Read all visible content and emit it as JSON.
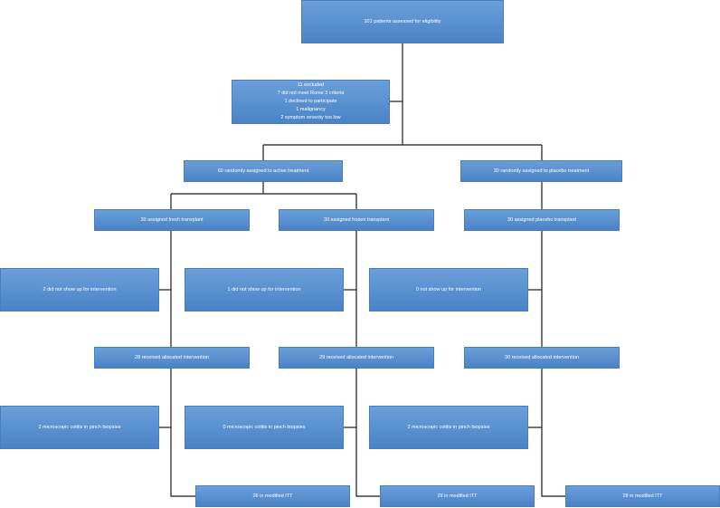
{
  "nodes": {
    "assessed": [
      "101 patients assessed for eligibility"
    ],
    "excluded": [
      "11 excluded",
      "7 did not meet Rome 3 criteria",
      "1 declined to participate",
      "1 malignancy",
      "2 symptom severity too low"
    ],
    "active": [
      "60 randomly assigned to active treatment"
    ],
    "placebo": [
      "30 randomly assigned to placebo treatment"
    ],
    "fresh": [
      "30 assigned fresh transplant"
    ],
    "frozen": [
      "30 assigned frozen transplant"
    ],
    "placebo_tp": [
      "30 assigned placebo transplant"
    ],
    "noshow_fresh": [
      "2 did not show up for intervention"
    ],
    "noshow_frozen": [
      "1 did not show up for intervention"
    ],
    "noshow_placebo": [
      "0 not show up for intervention"
    ],
    "recv_fresh": [
      "28 received allocated intervention"
    ],
    "recv_frozen": [
      "29 received allocated intervention"
    ],
    "recv_placebo": [
      "30 received allocated intervention"
    ],
    "colitis_fresh": [
      "2 microscopic colitis in pinch biopsies"
    ],
    "colitis_frozen": [
      "0 microscopic colitis in pinch biopsies"
    ],
    "colitis_placebo": [
      "2 microscopic colitis in pinch biopsies"
    ],
    "itt_fresh": [
      "26 in modified ITT"
    ],
    "itt_frozen": [
      "29 in modified ITT"
    ],
    "itt_placebo": [
      "28 in modified ITT"
    ]
  }
}
